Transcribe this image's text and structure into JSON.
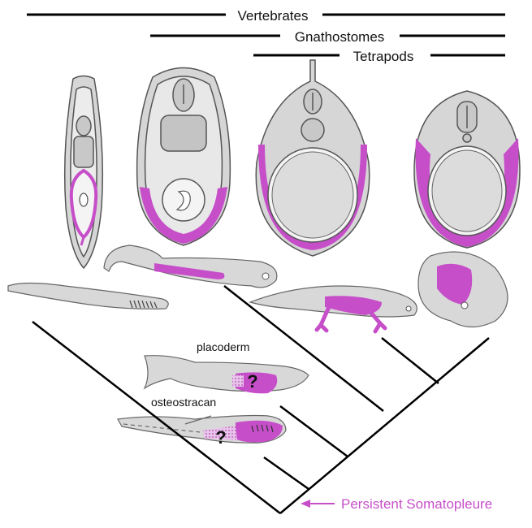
{
  "clades": {
    "vertebrates": "Vertebrates",
    "gnathostomes": "Gnathostomes",
    "tetrapods": "Tetrapods"
  },
  "labels": {
    "placoderm": "placoderm",
    "osteostracan": "osteostracan",
    "question_mark": "?"
  },
  "annotation": {
    "persistent_somatopleure": "Persistent Somatopleure"
  },
  "colors": {
    "highlight": "#c64fc9",
    "tissue": "#d8d8d8",
    "outline": "#555555",
    "tree": "#000000"
  }
}
